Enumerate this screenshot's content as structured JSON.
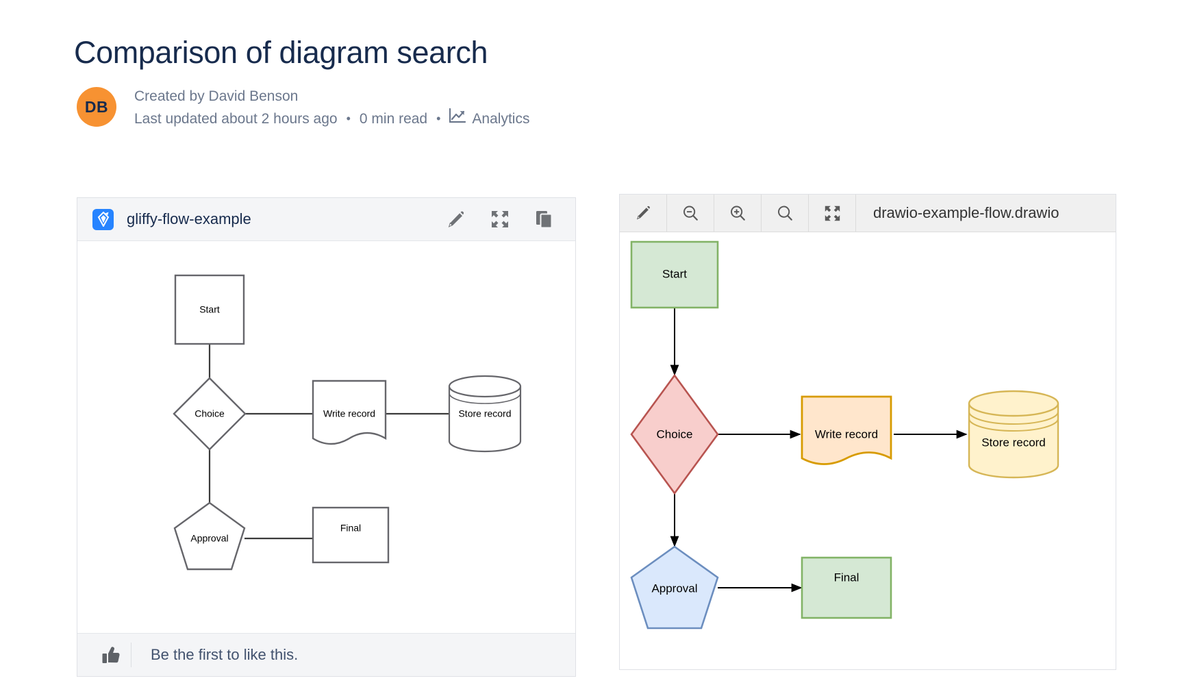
{
  "header": {
    "title": "Comparison of diagram search",
    "avatar_initials": "DB",
    "created_by": "Created by David Benson",
    "last_updated": "Last updated about 2 hours ago",
    "separator": "•",
    "read_time": "0 min read",
    "analytics_label": "Analytics",
    "analytics_icon": "analytics-chart-icon",
    "accent_avatar_color": "#f79232",
    "title_color": "#172b4d",
    "meta_color": "#6b778c"
  },
  "left_panel": {
    "app_icon": "gliffy-icon",
    "title": "gliffy-flow-example",
    "actions": [
      {
        "name": "edit-pencil-icon",
        "label": "Edit"
      },
      {
        "name": "fullscreen-expand-icon",
        "label": "Full screen"
      },
      {
        "name": "copy-duplicate-icon",
        "label": "Copy"
      }
    ],
    "footer": {
      "like_icon": "thumbs-up-icon",
      "like_text": "Be the first to like this."
    }
  },
  "right_panel": {
    "toolbar": [
      {
        "name": "edit-pencil-icon",
        "label": "Edit"
      },
      {
        "name": "zoom-out-icon",
        "label": "Zoom out"
      },
      {
        "name": "zoom-in-icon",
        "label": "Zoom in"
      },
      {
        "name": "search-icon",
        "label": "Search"
      },
      {
        "name": "fullscreen-expand-icon",
        "label": "Full screen"
      }
    ],
    "filename": "drawio-example-flow.drawio"
  },
  "chart_data": [
    {
      "type": "diagram",
      "name": "gliffy-flow-example",
      "style": "monochrome",
      "nodes": [
        {
          "id": "start",
          "label": "Start",
          "shape": "rectangle",
          "fill": "#ffffff",
          "stroke": "#66666b"
        },
        {
          "id": "choice",
          "label": "Choice",
          "shape": "diamond",
          "fill": "#ffffff",
          "stroke": "#66666b"
        },
        {
          "id": "write",
          "label": "Write record",
          "shape": "document",
          "fill": "#ffffff",
          "stroke": "#66666b"
        },
        {
          "id": "store",
          "label": "Store record",
          "shape": "datastore",
          "fill": "#ffffff",
          "stroke": "#66666b"
        },
        {
          "id": "approval",
          "label": "Approval",
          "shape": "pentagon",
          "fill": "#ffffff",
          "stroke": "#66666b"
        },
        {
          "id": "final",
          "label": "Final",
          "shape": "rectangle",
          "fill": "#ffffff",
          "stroke": "#66666b"
        }
      ],
      "edges": [
        {
          "from": "start",
          "to": "choice",
          "arrow": false
        },
        {
          "from": "choice",
          "to": "write",
          "arrow": false
        },
        {
          "from": "write",
          "to": "store",
          "arrow": false
        },
        {
          "from": "choice",
          "to": "approval",
          "arrow": false
        },
        {
          "from": "approval",
          "to": "final",
          "arrow": false
        }
      ]
    },
    {
      "type": "diagram",
      "name": "drawio-example-flow.drawio",
      "style": "colored",
      "nodes": [
        {
          "id": "start",
          "label": "Start",
          "shape": "rectangle",
          "fill": "#d5e8d4",
          "stroke": "#82b366"
        },
        {
          "id": "choice",
          "label": "Choice",
          "shape": "diamond",
          "fill": "#f8cecc",
          "stroke": "#b85450"
        },
        {
          "id": "write",
          "label": "Write record",
          "shape": "document",
          "fill": "#ffe6cc",
          "stroke": "#d79b00"
        },
        {
          "id": "store",
          "label": "Store record",
          "shape": "datastore",
          "fill": "#fff2cc",
          "stroke": "#d6b656"
        },
        {
          "id": "approval",
          "label": "Approval",
          "shape": "pentagon",
          "fill": "#dae8fc",
          "stroke": "#6c8ebf"
        },
        {
          "id": "final",
          "label": "Final",
          "shape": "rectangle",
          "fill": "#d5e8d4",
          "stroke": "#82b366"
        }
      ],
      "edges": [
        {
          "from": "start",
          "to": "choice",
          "arrow": true
        },
        {
          "from": "choice",
          "to": "write",
          "arrow": true
        },
        {
          "from": "write",
          "to": "store",
          "arrow": true
        },
        {
          "from": "choice",
          "to": "approval",
          "arrow": true
        },
        {
          "from": "approval",
          "to": "final",
          "arrow": true
        }
      ]
    }
  ]
}
